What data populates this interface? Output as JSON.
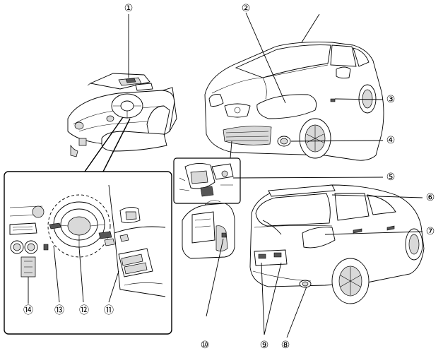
{
  "callouts": [
    {
      "id": "1",
      "glyph": "①"
    },
    {
      "id": "2",
      "glyph": "②"
    },
    {
      "id": "3",
      "glyph": "③"
    },
    {
      "id": "4",
      "glyph": "④"
    },
    {
      "id": "5",
      "glyph": "⑤"
    },
    {
      "id": "6",
      "glyph": "⑥"
    },
    {
      "id": "7",
      "glyph": "⑦"
    },
    {
      "id": "8",
      "glyph": "⑧"
    },
    {
      "id": "9",
      "glyph": "⑨"
    },
    {
      "id": "10",
      "glyph": "⑩"
    },
    {
      "id": "11",
      "glyph": "⑪"
    },
    {
      "id": "12",
      "glyph": "⑫"
    },
    {
      "id": "13",
      "glyph": "⑬"
    },
    {
      "id": "14",
      "glyph": "⑭"
    }
  ]
}
